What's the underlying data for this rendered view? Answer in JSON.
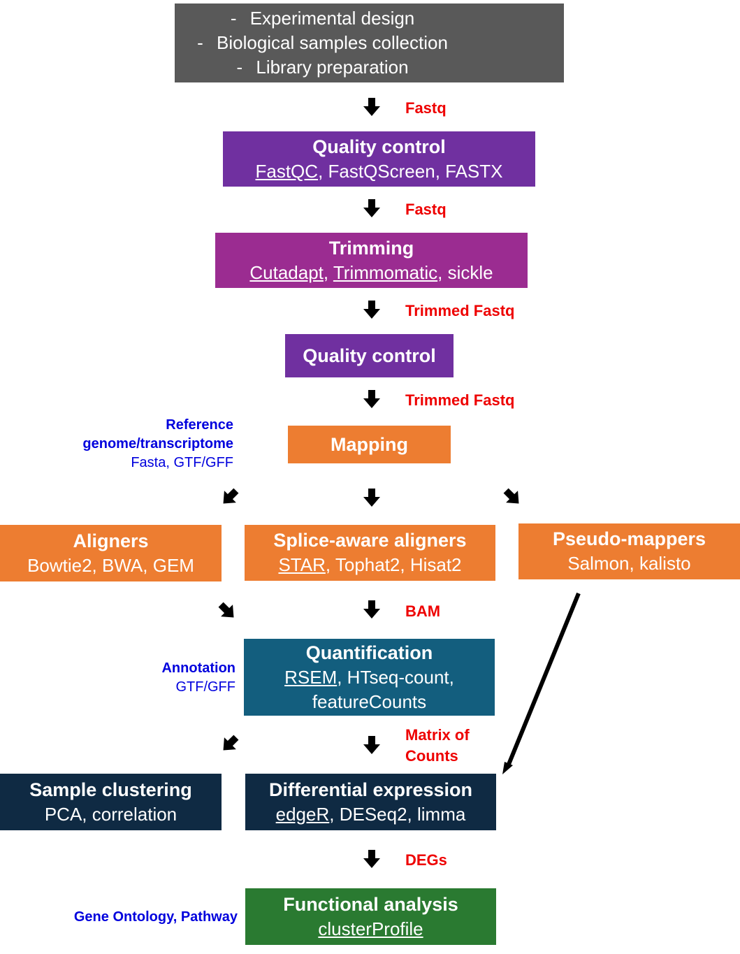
{
  "top_box": {
    "items": [
      "Experimental design",
      "Biological samples collection",
      "Library preparation"
    ],
    "bullet": "-"
  },
  "steps": {
    "qc1": {
      "title": "Quality control",
      "tool_1": "FastQC",
      "sep_1": ", ",
      "tool_2": "FastQScreen",
      "sep_2": ", ",
      "tool_3": "FASTX"
    },
    "trimming": {
      "title": "Trimming",
      "tool_1": "Cutadapt",
      "sep_1": ", ",
      "tool_2": "Trimmomatic",
      "sep_2": ", ",
      "tool_3": "sickle"
    },
    "qc2": {
      "title": "Quality control"
    },
    "mapping": {
      "title": "Mapping"
    },
    "aligners": {
      "title": "Aligners",
      "tools": "Bowtie2, BWA, GEM"
    },
    "splice": {
      "title": "Splice-aware aligners",
      "tool_1": "STAR",
      "rest": ", Tophat2, Hisat2"
    },
    "pseudo": {
      "title": "Pseudo-mappers",
      "tools": "Salmon, kalisto"
    },
    "quant": {
      "title": "Quantification",
      "tool_1": "RSEM",
      "rest_1": ", HTseq-count,",
      "line_2": "featureCounts"
    },
    "cluster": {
      "title": "Sample clustering",
      "tools": "PCA, correlation"
    },
    "diffexp": {
      "title": "Differential expression",
      "tool_1": "edgeR",
      "rest": ", DESeq2, limma"
    },
    "functional": {
      "title": "Functional analysis",
      "tool_1": "clusterProfile"
    }
  },
  "flow_labels": {
    "fastq_1": "Fastq",
    "fastq_2": "Fastq",
    "trimmed_1": "Trimmed Fastq",
    "trimmed_2": "Trimmed Fastq",
    "bam": "BAM",
    "matrix_1": "Matrix of",
    "matrix_2": "Counts",
    "degs": "DEGs"
  },
  "side_labels": {
    "reference_1": "Reference",
    "reference_2": "genome/transcriptome",
    "reference_formats": "Fasta, GTF/GFF",
    "annotation": "Annotation",
    "annotation_formats": "GTF/GFF",
    "ontology": "Gene Ontology, Pathway"
  },
  "colors": {
    "grey": "#595959",
    "purple": "#7030a0",
    "magenta": "#9b2c91",
    "orange": "#ed7d31",
    "teal": "#135e7e",
    "navy": "#0f2a43",
    "green": "#2a7a31",
    "flow_label_red": "#ee0000",
    "side_label_blue": "#0000dd",
    "arrow": "#000000"
  }
}
